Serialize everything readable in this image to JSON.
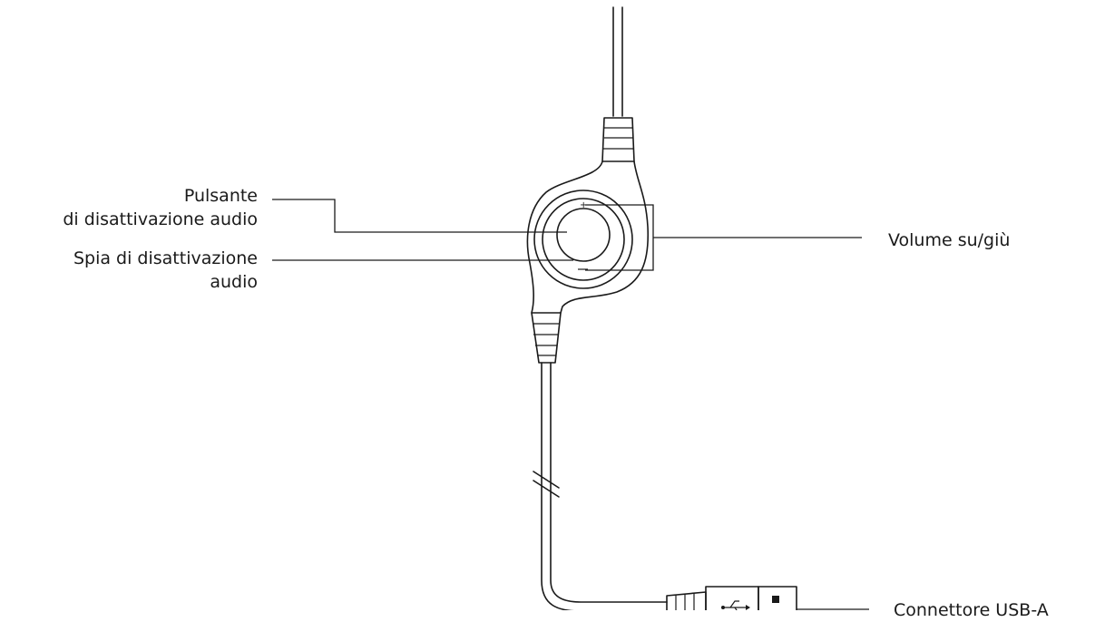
{
  "labels": {
    "mute_button": [
      "Pulsante",
      "di disattivazione audio"
    ],
    "mute_indicator": [
      "Spia di disattivazione",
      "audio"
    ],
    "volume": "Volume su/giù",
    "usb_connector": "Connettore USB-A"
  },
  "icons": [
    "usb-icon"
  ],
  "colors": {
    "line": "#1a1a1a",
    "background": "#ffffff"
  }
}
